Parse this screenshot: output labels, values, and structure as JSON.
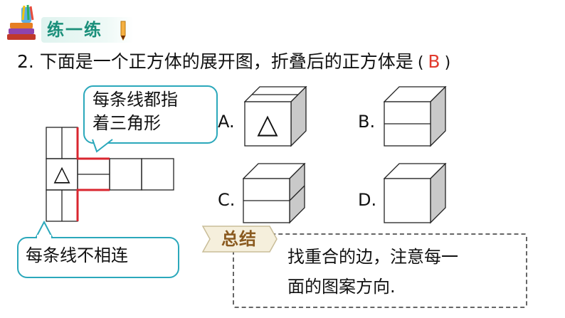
{
  "header": {
    "title": "练一练"
  },
  "question": {
    "text": "2. 下面是一个正方体的展开图，折叠后的正方体是",
    "open_paren": "(",
    "answer": "B",
    "close_paren": ")"
  },
  "net": {
    "face_symbol": "△"
  },
  "callouts": {
    "top_lines": [
      "每条线都指",
      "着三角形"
    ],
    "bottom": "每条线不相连"
  },
  "options": [
    {
      "label": "A.",
      "symbol": "△"
    },
    {
      "label": "B."
    },
    {
      "label": "C."
    },
    {
      "label": "D."
    }
  ],
  "summary": {
    "label": "总结",
    "lines": [
      "找重合的边，注意每一",
      "面的图案方向."
    ]
  },
  "colors": {
    "accent_teal": "#2ba8bb",
    "answer_red": "#e23b2e",
    "edge_red": "#d9262f",
    "cube_side_gray": "#c9c9c9"
  }
}
